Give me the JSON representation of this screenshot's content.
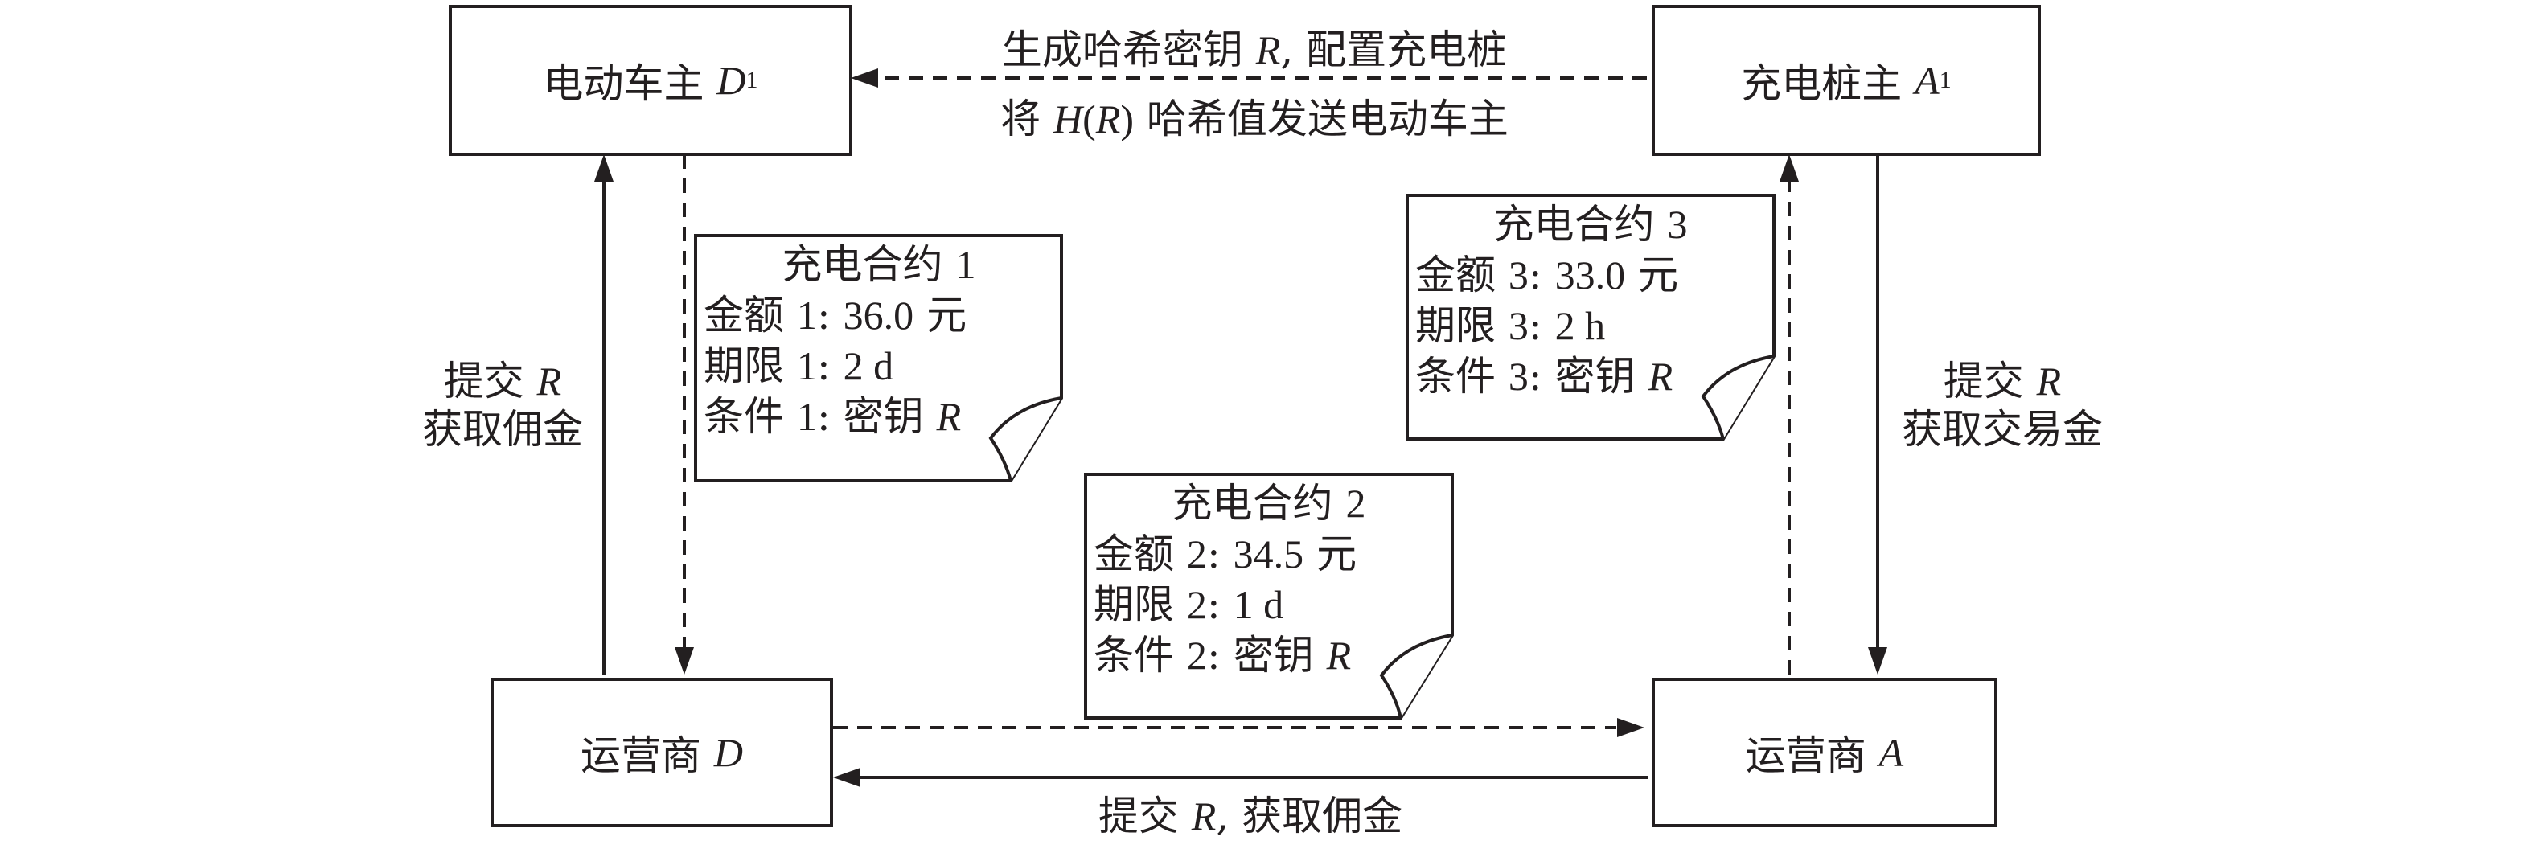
{
  "nodes": {
    "ev_owner": {
      "label": "电动车主",
      "var": "D",
      "sub": "1"
    },
    "pile_owner": {
      "label": "充电桩主",
      "var": "A",
      "sub": "1"
    },
    "operator_d": {
      "label": "运营商",
      "var": "D"
    },
    "operator_a": {
      "label": "运营商",
      "var": "A"
    }
  },
  "edges": {
    "top": {
      "line1_a": "生成哈希密钥",
      "line1_var": "R",
      "line1_b": ", 配置充电桩",
      "line2_a": "将",
      "line2_var": "H",
      "line2_paren_open": "(",
      "line2_var2": "R",
      "line2_paren_close": ")",
      "line2_b": "哈希值发送电动车主"
    },
    "left": {
      "line1_a": "提交",
      "line1_var": "R",
      "line2": "获取佣金"
    },
    "right": {
      "line1_a": "提交",
      "line1_var": "R",
      "line2": "获取交易金"
    },
    "bottom": {
      "a": "提交",
      "var": "R",
      "b": ", 获取佣金"
    }
  },
  "contracts": [
    {
      "title_a": "充电合约",
      "title_n": "1",
      "amount_a": "金额",
      "amount_n": "1",
      "amount_v": "36.0",
      "amount_u": "元",
      "term_a": "期限",
      "term_n": "1",
      "term_v": "2 d",
      "cond_a": "条件",
      "cond_n": "1",
      "cond_b": "密钥",
      "cond_var": "R"
    },
    {
      "title_a": "充电合约",
      "title_n": "2",
      "amount_a": "金额",
      "amount_n": "2",
      "amount_v": "34.5",
      "amount_u": "元",
      "term_a": "期限",
      "term_n": "2",
      "term_v": "1 d",
      "cond_a": "条件",
      "cond_n": "2",
      "cond_b": "密钥",
      "cond_var": "R"
    },
    {
      "title_a": "充电合约",
      "title_n": "3",
      "amount_a": "金额",
      "amount_n": "3",
      "amount_v": "33.0",
      "amount_u": "元",
      "term_a": "期限",
      "term_n": "3",
      "term_v": "2 h",
      "cond_a": "条件",
      "cond_n": "3",
      "cond_b": "密钥",
      "cond_var": "R"
    }
  ]
}
